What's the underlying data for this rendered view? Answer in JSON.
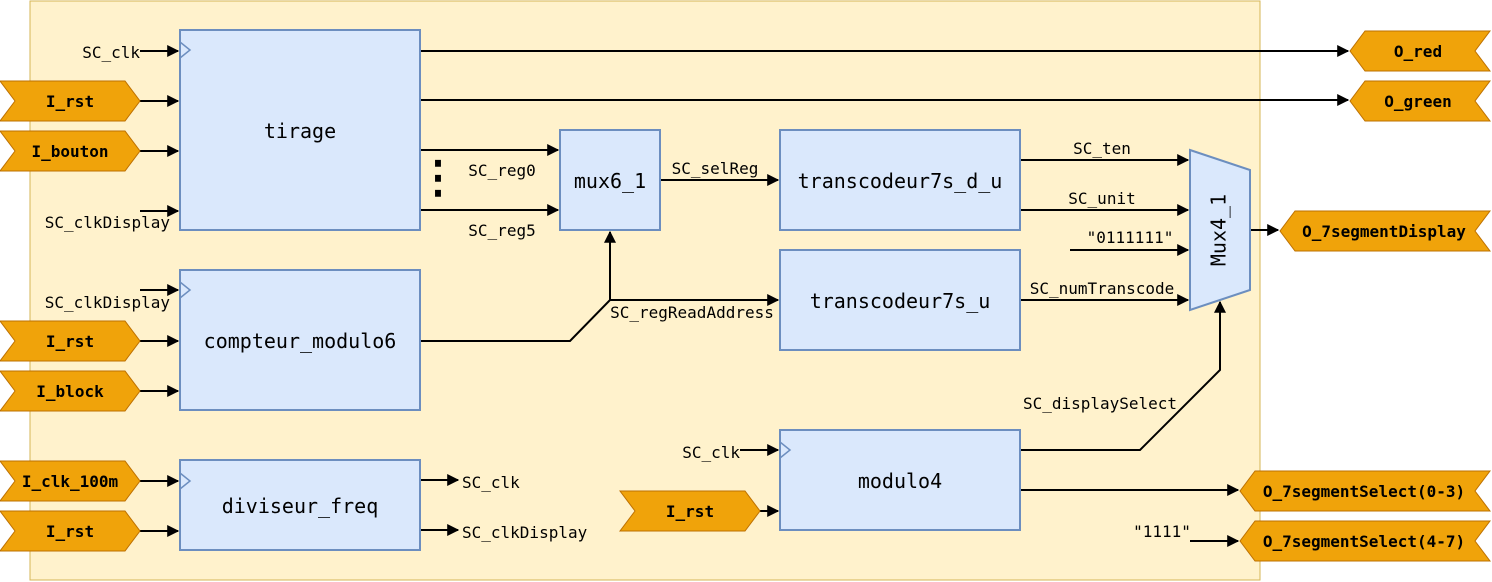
{
  "colors": {
    "background_panel": "#fff2cc",
    "panel_border": "#d6b656",
    "block_fill": "#dae8fc",
    "block_border": "#6c8ebf",
    "port_fill": "#f0a30a",
    "port_border": "#bd7000",
    "wire": "#000000"
  },
  "blocks": {
    "tirage": "tirage",
    "mux6": "mux6_1",
    "trans_du": "transcodeur7s_d_u",
    "trans_u": "transcodeur7s_u",
    "compteur": "compteur_modulo6",
    "diviseur": "diviseur_freq",
    "modulo4": "modulo4",
    "mux4": "Mux4_1"
  },
  "inputs": {
    "rst1": "I_rst",
    "bouton": "I_bouton",
    "rst2": "I_rst",
    "block": "I_block",
    "clk100m": "I_clk_100m",
    "rst3": "I_rst",
    "rst4": "I_rst"
  },
  "outputs": {
    "red": "O_red",
    "green": "O_green",
    "display": "O_7segmentDisplay",
    "select03": "O_7segmentSelect(0-3)",
    "select47": "O_7segmentSelect(4-7)"
  },
  "signals": {
    "sc_clk_tirage": "SC_clk",
    "sc_clkdisplay_tirage": "SC_clkDisplay",
    "sc_clkdisplay_compteur": "SC_clkDisplay",
    "sc_reg0": "SC_reg0",
    "sc_reg5": "SC_reg5",
    "dots": "⋮",
    "sc_selreg": "SC_selReg",
    "sc_regreadaddress": "SC_regReadAddress",
    "sc_ten": "SC_ten",
    "sc_unit": "SC_unit",
    "const_0111111": "\"0111111\"",
    "sc_numtranscode": "SC_numTranscode",
    "sc_displayselect": "SC_displaySelect",
    "sc_clk_modulo4": "SC_clk",
    "sc_clk_out": "SC_clk",
    "sc_clkdisplay_out": "SC_clkDisplay",
    "const_1111": "\"1111\""
  }
}
